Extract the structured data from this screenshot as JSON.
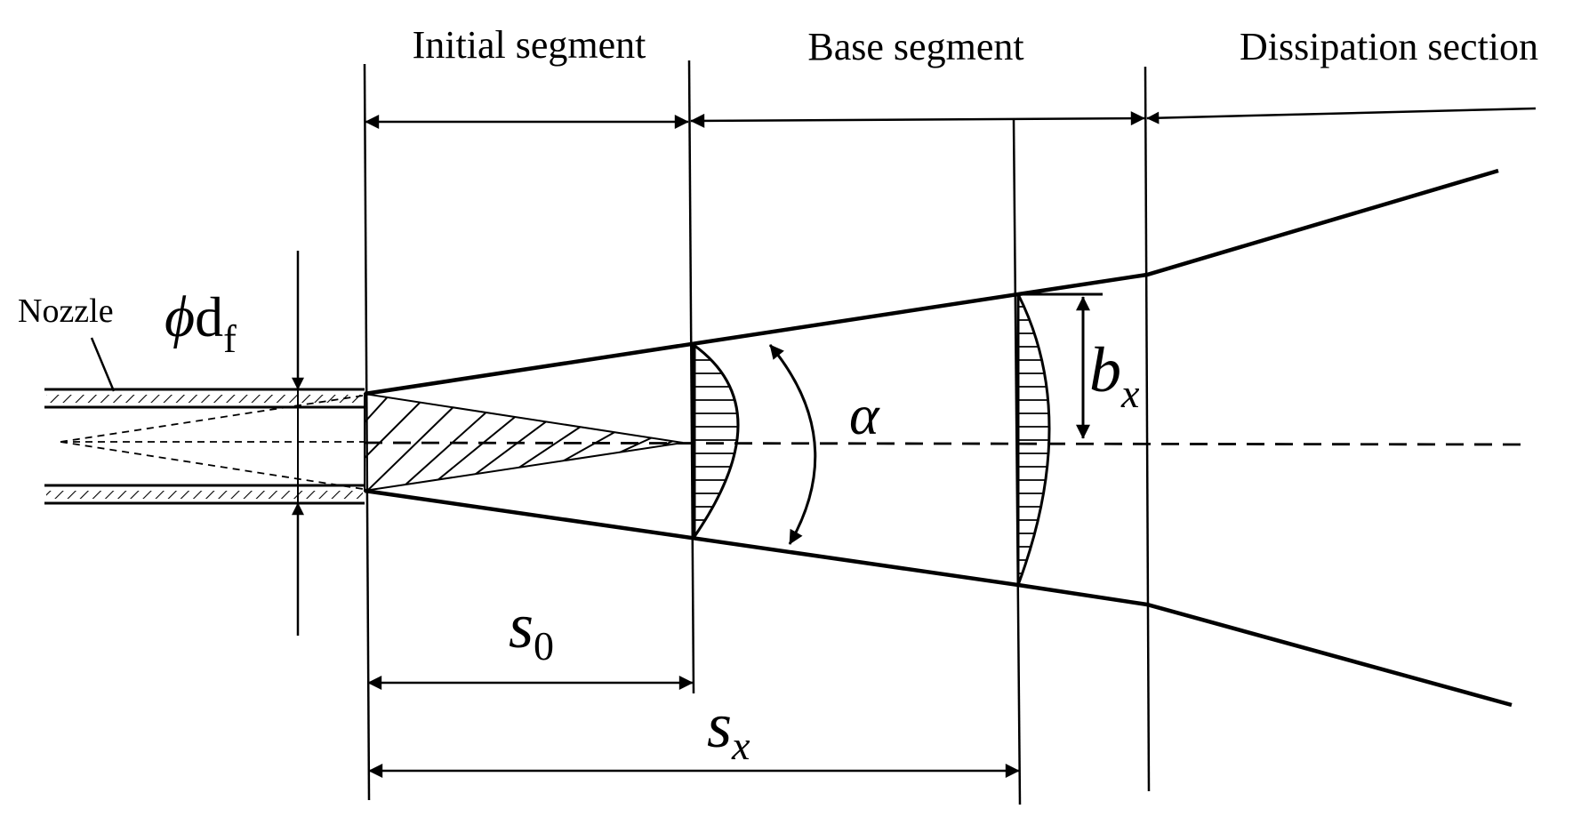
{
  "segments": {
    "initial": "Initial segment",
    "base": "Base segment",
    "dissipation": "Dissipation section"
  },
  "nozzle": {
    "label": "Nozzle",
    "diameter_symbol": "ϕ",
    "diameter_main": "d",
    "diameter_sub": "f"
  },
  "symbols": {
    "s0_main": "s",
    "s0_sub": "0",
    "sx_main": "s",
    "sx_sub": "x",
    "bx_main": "b",
    "bx_sub": "x",
    "alpha": "α"
  }
}
